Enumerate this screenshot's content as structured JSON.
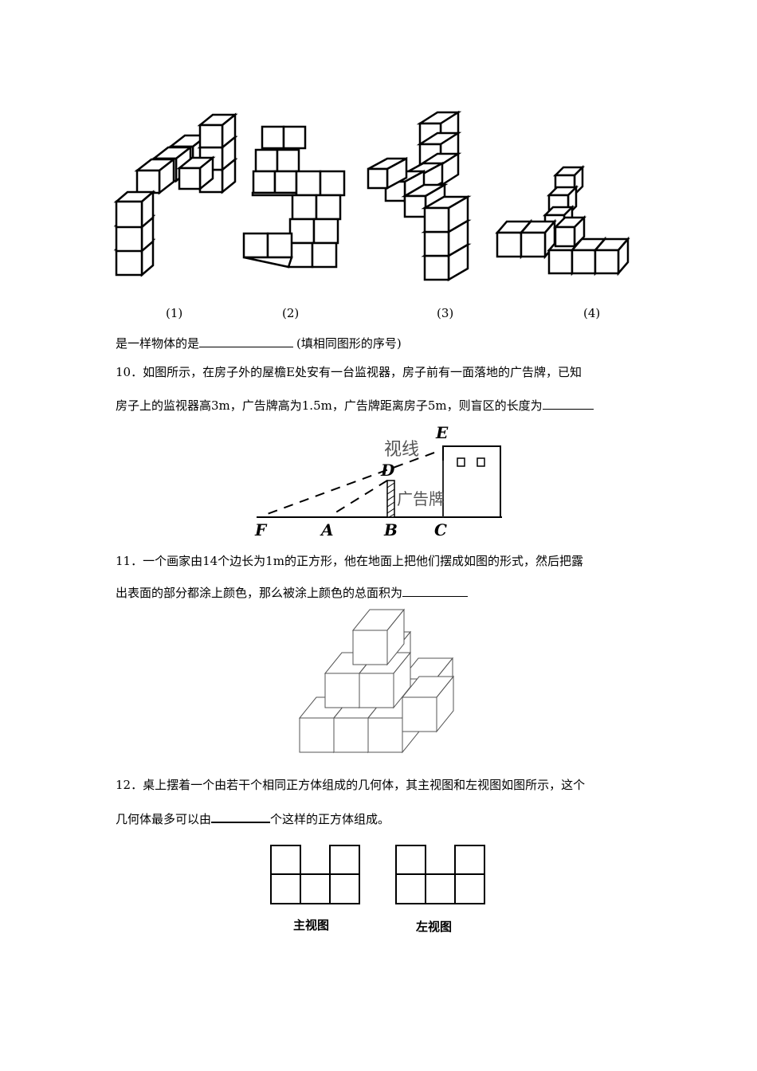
{
  "figure_labels": [
    "(1)",
    "(2)",
    "(3)",
    "(4)"
  ],
  "q9_tail": {
    "prefix": "是一样物体的是",
    "suffix": "(填相同图形的序号)"
  },
  "q10": {
    "line1": "10．如图所示，在房子外的屋檐E处安有一台监视器，房子前有一面落地的广告牌，已知",
    "line2": "房子上的监视器高3m，广告牌高为1.5m，广告牌距离房子5m，则盲区的长度为",
    "diagram": {
      "sight_label": "视线",
      "board_label": "广告牌",
      "points": [
        "E",
        "D",
        "F",
        "A",
        "B",
        "C"
      ]
    }
  },
  "q11": {
    "line1": "11．一个画家由14个边长为1m的正方形，他在地面上把他们摆成如图的形式，然后把露",
    "line2": "出表面的部分都涂上颜色，那么被涂上颜色的总面积为"
  },
  "q12": {
    "line1": "12．桌上摆着一个由若干个相同正方体组成的几何体，其主视图和左视图如图所示，这个",
    "line2_prefix": "几何体最多可以由",
    "line2_suffix": "个这样的正方体组成。",
    "front_view_label": "主视图",
    "left_view_label": "左视图"
  }
}
